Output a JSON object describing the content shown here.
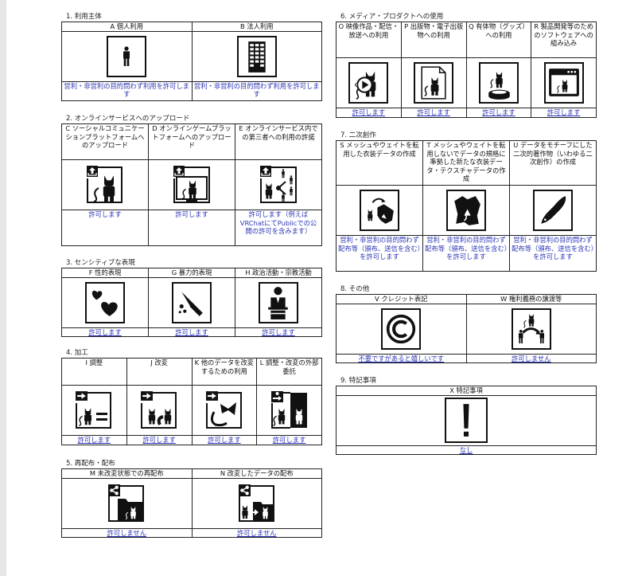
{
  "colors": {
    "link": "#2b35b5",
    "border": "#222222",
    "strip": "#e6e6e6"
  },
  "sections": {
    "s1": {
      "title": "1. 利用主体",
      "items": [
        {
          "label": "A 個人利用",
          "icon": "person-icon",
          "status": "営利・非営利の目的問わず利用を許可します"
        },
        {
          "label": "B 法人利用",
          "icon": "building-icon",
          "status": "営利・非営利の目的問わず利用を許可します"
        }
      ]
    },
    "s2": {
      "title": "2. オンラインサービスへのアップロード",
      "items": [
        {
          "label": "C ソーシャルコミュニケーションプラットフォームへのアップロード",
          "icon": "upload-avatar-icon",
          "status": "許可します"
        },
        {
          "label": "D オンラインゲームプラットフォームへのアップロード",
          "icon": "upload-monitor-icon",
          "status": "許可します"
        },
        {
          "label": "E オンラインサービス内での第三者への利用の許諾",
          "icon": "upload-share-users-icon",
          "status": "許可します（例えばVRChatにてPublicでの公開の許可を含みます）"
        }
      ]
    },
    "s3": {
      "title": "3. センシティブな表現",
      "items": [
        {
          "label": "F 性的表現",
          "icon": "hearts-icon",
          "status": "許可します"
        },
        {
          "label": "G 暴力的表現",
          "icon": "knife-icon",
          "status": "許可します"
        },
        {
          "label": "H 政治活動・宗教活動",
          "icon": "podium-icon",
          "status": "許可します"
        }
      ]
    },
    "s4": {
      "title": "4. 加工",
      "items": [
        {
          "label": "I 調整",
          "icon": "adjust-icon",
          "status": "許可します"
        },
        {
          "label": "J 改変",
          "icon": "modify-icon",
          "status": "許可します"
        },
        {
          "label": "K 他のデータを改変するための利用",
          "icon": "parts-reuse-icon",
          "status": "許可します"
        },
        {
          "label": "L 調整・改変の外部委託",
          "icon": "outsource-icon",
          "status": "許可します"
        }
      ]
    },
    "s5": {
      "title": "5. 再配布・配布",
      "items": [
        {
          "label": "M 未改変状態での再配布",
          "icon": "share-folder-icon",
          "status": "許可しません"
        },
        {
          "label": "N 改変したデータの配布",
          "icon": "share-modified-icon",
          "status": "許可しません"
        }
      ]
    },
    "s6": {
      "title": "6. メディア・プロダクトへの使用",
      "items": [
        {
          "label": "O 映像作品・配信・放送への利用",
          "icon": "video-play-icon",
          "status": "許可します"
        },
        {
          "label": "P 出版物・電子出版物への利用",
          "icon": "document-icon",
          "status": "許可します"
        },
        {
          "label": "Q 有体物（グッズ）への利用",
          "icon": "figure-goods-icon",
          "status": "許可します"
        },
        {
          "label": "R 製品開発等のためのソフトウェアへの組み込み",
          "icon": "software-window-icon",
          "status": "許可します"
        }
      ]
    },
    "s7": {
      "title": "7. 二次創作",
      "items": [
        {
          "label": "S メッシュやウェイトを転用した衣装データの作成",
          "icon": "avatar-to-clothing-icon",
          "status": "営利・非営利の目的問わず配布等（頒布、送信を含む）を許可します"
        },
        {
          "label": "T メッシュやウェイトを転用しないでデータの規格に準拠した新たな衣装データ・テクスチャデータの作成",
          "icon": "clothing-icon",
          "status": "営利・非営利の目的問わず配布等（頒布、送信を含む）を許可します"
        },
        {
          "label": "U データをモチーフにした二次的著作物（いわゆる二次創作）の作成",
          "icon": "pen-nib-icon",
          "status": "営利・非営利の目的問わず配布等（頒布、送信を含む）を許可します"
        }
      ]
    },
    "s8": {
      "title": "8. その他",
      "items": [
        {
          "label": "V クレジット表記",
          "icon": "copyright-icon",
          "status": "不要ですがあると嬉しいです"
        },
        {
          "label": "W 権利義務の譲渡等",
          "icon": "rights-transfer-icon",
          "status": "許可しません"
        }
      ]
    },
    "s9": {
      "title": "9. 特記事項",
      "items": [
        {
          "label": "X 特記事項",
          "icon": "exclamation-icon",
          "status": "なし"
        }
      ]
    }
  }
}
